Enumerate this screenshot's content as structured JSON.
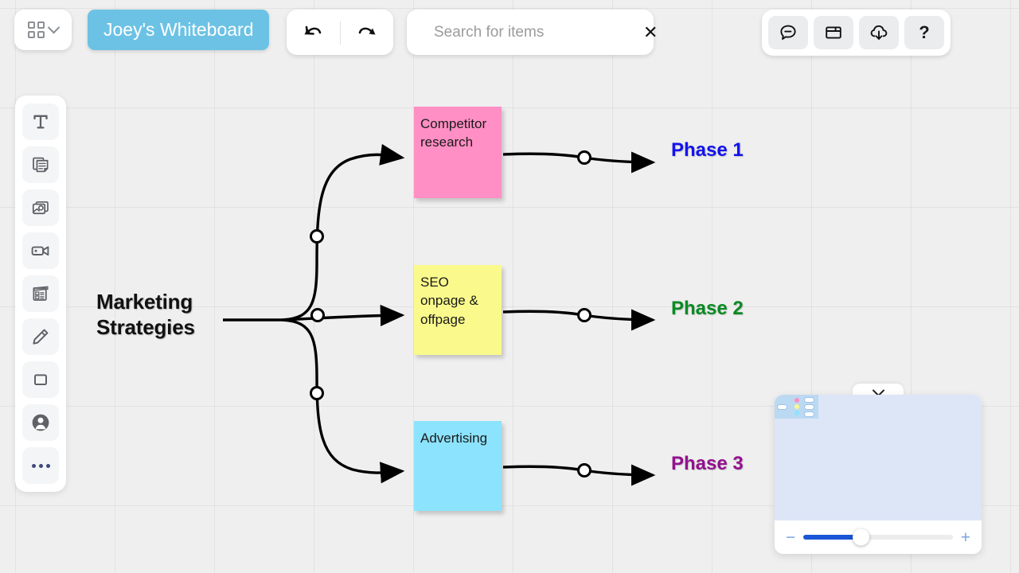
{
  "app": {
    "board_title": "Joey's Whiteboard",
    "title_bg": "#6cc2e4",
    "canvas_bg": "#efefef"
  },
  "menu": {
    "icon": "grid-menu-icon",
    "chevron": "chevron-down-icon"
  },
  "history": {
    "undo_label": "↶",
    "undo_icon": "undo-arrow-icon",
    "redo_label": "↷",
    "redo_icon": "redo-arrow-icon"
  },
  "search": {
    "icon": "search-icon",
    "placeholder": "Search for items",
    "value": "",
    "clear_label": "✕"
  },
  "top_right_toolbar": {
    "buttons": [
      {
        "name": "comment-icon",
        "glyph": "comment"
      },
      {
        "name": "frame-icon",
        "glyph": "frame"
      },
      {
        "name": "cloud-download-icon",
        "glyph": "cloud"
      },
      {
        "name": "help-icon",
        "glyph": "?",
        "label": "?"
      }
    ]
  },
  "tool_sidebar": {
    "items": [
      {
        "name": "text-tool",
        "icon": "text-icon",
        "glyph": "T"
      },
      {
        "name": "sticky-note-tool",
        "icon": "sticky-notes-icon"
      },
      {
        "name": "image-tool",
        "icon": "image-icon"
      },
      {
        "name": "video-tool",
        "icon": "video-camera-icon"
      },
      {
        "name": "template-tool",
        "icon": "template-board-icon"
      },
      {
        "name": "pen-tool",
        "icon": "pencil-icon"
      },
      {
        "name": "shape-tool",
        "icon": "square-shape-icon"
      },
      {
        "name": "user-tool",
        "icon": "user-avatar-icon"
      },
      {
        "name": "more-tool",
        "icon": "more-dots-icon"
      }
    ]
  },
  "board": {
    "root": {
      "label": "Marketing\nStrategies"
    },
    "stickies": [
      {
        "id": "competitor",
        "text": "Competitor research",
        "color": "#ff8fc4"
      },
      {
        "id": "seo",
        "text": "SEO onpage & offpage",
        "color": "#fafa8c"
      },
      {
        "id": "advertising",
        "text": "Advertising",
        "color": "#8ce3fd"
      }
    ],
    "phases": [
      {
        "id": "phase-1",
        "label": "Phase 1",
        "color": "#1313ee"
      },
      {
        "id": "phase-2",
        "label": "Phase 2",
        "color": "#0b8a23"
      },
      {
        "id": "phase-3",
        "label": "Phase 3",
        "color": "#93118f"
      }
    ]
  },
  "minimap": {
    "collapse_icon": "chevron-down-icon",
    "viewport_color": "#dde6f7",
    "content_color": "#bcd9f2",
    "zoom": {
      "minus_label": "−",
      "plus_label": "+",
      "fill_percent": "38",
      "track_color": "#ececec",
      "fill_color": "#1a56d6"
    },
    "mini_items": {
      "dots": [
        "#ff8fc4",
        "#fafa8c",
        "#8ce3fd"
      ],
      "pill_count": 4
    }
  }
}
